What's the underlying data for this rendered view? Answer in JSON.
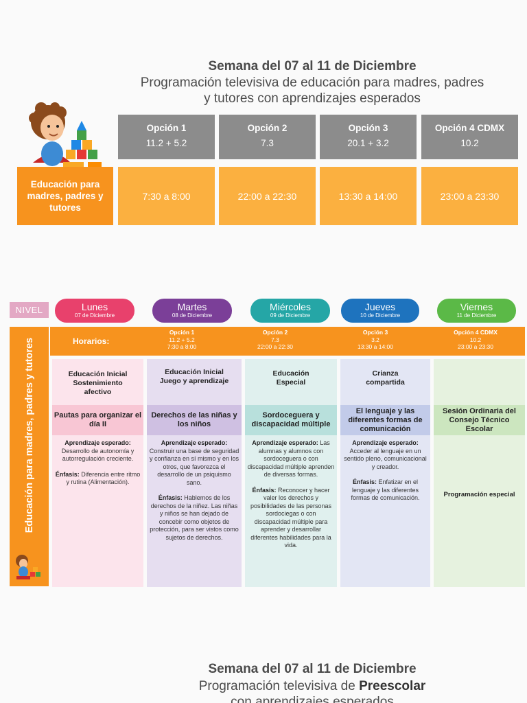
{
  "header1": {
    "title": "Semana del 07 al 11 de Diciembre",
    "subtitle_line1": "Programación televisiva de educación para madres, padres",
    "subtitle_line2": "y tutores con aprendizajes esperados"
  },
  "edu_label": "Educación para madres, padres y tutores",
  "options": [
    {
      "name": "Opción 1",
      "channel": "11.2  +  5.2",
      "time": "7:30 a 8:00"
    },
    {
      "name": "Opción 2",
      "channel": "7.3",
      "time": "22:00 a 22:30"
    },
    {
      "name": "Opción 3",
      "channel": "20.1  +  3.2",
      "time": "13:30 a 14:00"
    },
    {
      "name": "Opción 4 CDMX",
      "channel": "10.2",
      "time": "23:00 a 23:30"
    }
  ],
  "nivel_label": "NIVEL",
  "days": [
    {
      "name": "Lunes",
      "date": "07 de Diciembre",
      "color": "#e8416c"
    },
    {
      "name": "Martes",
      "date": "08 de Diciembre",
      "color": "#7b3f98"
    },
    {
      "name": "Miércoles",
      "date": "09 de Diciembre",
      "color": "#25a6a6"
    },
    {
      "name": "Jueves",
      "date": "10 de Diciembre",
      "color": "#1e73be"
    },
    {
      "name": "Viernes",
      "date": "11 de Diciembre",
      "color": "#5bb947"
    }
  ],
  "side_label": "Educación para madres, padres y tutores",
  "horarios": {
    "label": "Horarios:",
    "options": [
      {
        "name": "Opción 1",
        "channel": "11.2  +  5.2",
        "time": "7:30 a 8:00"
      },
      {
        "name": "Opción 2",
        "channel": "7.3",
        "time": "22:00 a 22:30"
      },
      {
        "name": "Opción 3",
        "channel": "3.2",
        "time": "13:30  a 14:00"
      },
      {
        "name": "Opción 4 CDMX",
        "channel": "10.2",
        "time": "23:00 a 23:30"
      }
    ]
  },
  "columns": [
    {
      "program_line1": "Educación Inicial",
      "program_line2": "Sostenimiento",
      "program_line3": "afectivo",
      "topic": "Pautas para organizar el día II",
      "aprendizaje_label": "Aprendizaje esperado:",
      "aprendizaje": "Desarrollo de autonomía y autorregulación creciente.",
      "enfasis_label": "Énfasis:",
      "enfasis": "Diferencia entre ritmo y rutina (Alimentación).",
      "bg": "#fce4ec",
      "band": "#f8c6d4"
    },
    {
      "program_line1": "Educación Inicial",
      "program_line2": "Juego y aprendizaje",
      "program_line3": "",
      "topic": "Derechos de las niñas y los niños",
      "aprendizaje_label": "Aprendizaje esperado:",
      "aprendizaje": "Construir una base de seguridad y confianza en sí mismo y en los otros, que favorezca el desarrollo de un psiquismo sano.",
      "enfasis_label": "Énfasis:",
      "enfasis": "Hablemos de los derechos de la niñez. Las niñas y niños se han dejado de concebir como objetos de protección, para ser vistos como sujetos de derechos.",
      "bg": "#e6def0",
      "band": "#cfc0e2"
    },
    {
      "program_line1": "Educación",
      "program_line2": "Especial",
      "program_line3": "",
      "topic": "Sordoceguera y discapacidad múltiple",
      "aprendizaje_label": "Aprendizaje esperado:",
      "aprendizaje": "Las alumnas y alumnos con sordoceguera o con discapacidad múltiple aprenden de diversas formas.",
      "enfasis_label": "Énfasis:",
      "enfasis": "Reconocer y hacer valer los derechos y posibilidades de las personas sordociegas o con discapacidad múltiple para aprender y desarrollar diferentes habilidades para la vida.",
      "bg": "#e0f0ee",
      "band": "#b8e0dc"
    },
    {
      "program_line1": "Crianza",
      "program_line2": "compartida",
      "program_line3": "",
      "topic": "El lenguaje y las diferentes formas de comunicación",
      "aprendizaje_label": "Aprendizaje esperado:",
      "aprendizaje": "Acceder al lenguaje en un sentido pleno, comunicacional y creador.",
      "enfasis_label": "Énfasis:",
      "enfasis": "Enfatizar en el lenguaje y las diferentes formas de comunicación.",
      "bg": "#e3e6f4",
      "band": "#c2cbe9"
    },
    {
      "program_line1": "",
      "program_line2": "",
      "program_line3": "",
      "topic": "Sesión Ordinaria del Consejo Técnico Escolar",
      "special": "Programación especial",
      "bg": "#e6f2df",
      "band": "#cce6bf"
    }
  ],
  "header2": {
    "title": "Semana del 07 al 11 de Diciembre",
    "subtitle_prefix": "Programación televisiva de ",
    "subtitle_bold": "Preescolar",
    "subtitle_line2": "con aprendizajes esperados"
  }
}
